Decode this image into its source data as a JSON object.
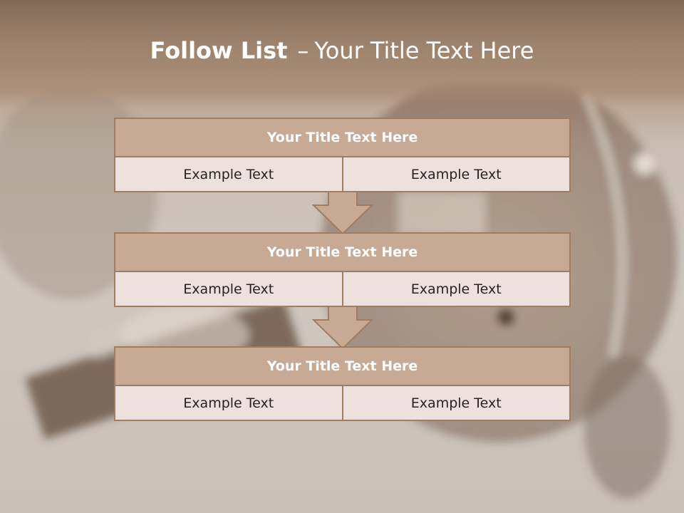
{
  "title": {
    "bold": "Follow List",
    "dash": "–",
    "rest": "Your Title Text Here"
  },
  "steps": [
    {
      "title": "Your Title Text Here",
      "items": [
        "Example Text",
        "Example Text"
      ]
    },
    {
      "title": "Your Title Text Here",
      "items": [
        "Example Text",
        "Example Text"
      ]
    },
    {
      "title": "Your Title Text Here",
      "items": [
        "Example Text",
        "Example Text"
      ]
    }
  ],
  "colors": {
    "header_fill": "#c8a993",
    "border": "#a07d62",
    "cell_fill": "#ece1dc",
    "arrow_fill": "#c8a993"
  }
}
